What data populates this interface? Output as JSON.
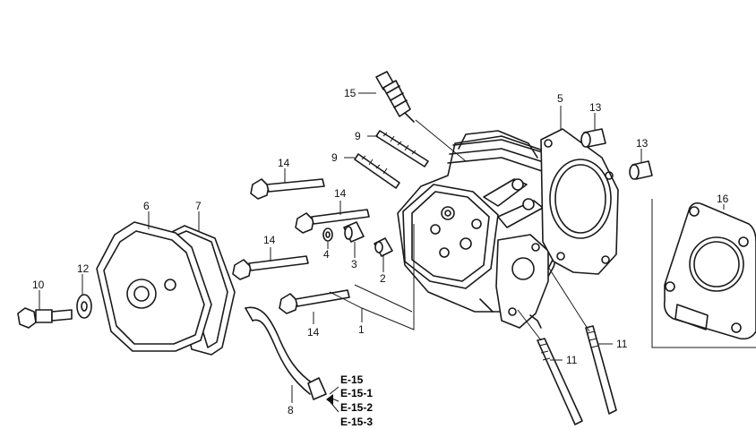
{
  "labels": {
    "p1": "1",
    "p2": "2",
    "p3": "3",
    "p4": "4",
    "p5": "5",
    "p6": "6",
    "p7": "7",
    "p8": "8",
    "p9a": "9",
    "p9b": "9",
    "p10": "10",
    "p11a": "11",
    "p11b": "11",
    "p12": "12",
    "p13a": "13",
    "p13b": "13",
    "p14a": "14",
    "p14b": "14",
    "p14c": "14",
    "p14d": "14",
    "p15": "15",
    "p16": "16"
  },
  "references": [
    "E-15",
    "E-15-1",
    "E-15-2",
    "E-15-3"
  ]
}
